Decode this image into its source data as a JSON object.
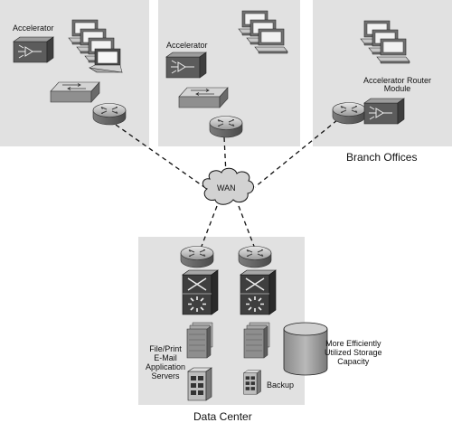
{
  "labels": {
    "accelerator_left": "Accelerator",
    "accelerator_middle": "Accelerator",
    "accelerator_router_module": "Accelerator Router\nModule",
    "branch_offices": "Branch Offices",
    "wan": "WAN",
    "storage": "More Efficiently\nUtilized Storage\nCapacity",
    "servers": "File/Print\nE-Mail\nApplication\nServers",
    "backup": "Backup",
    "data_center": "Data Center"
  }
}
